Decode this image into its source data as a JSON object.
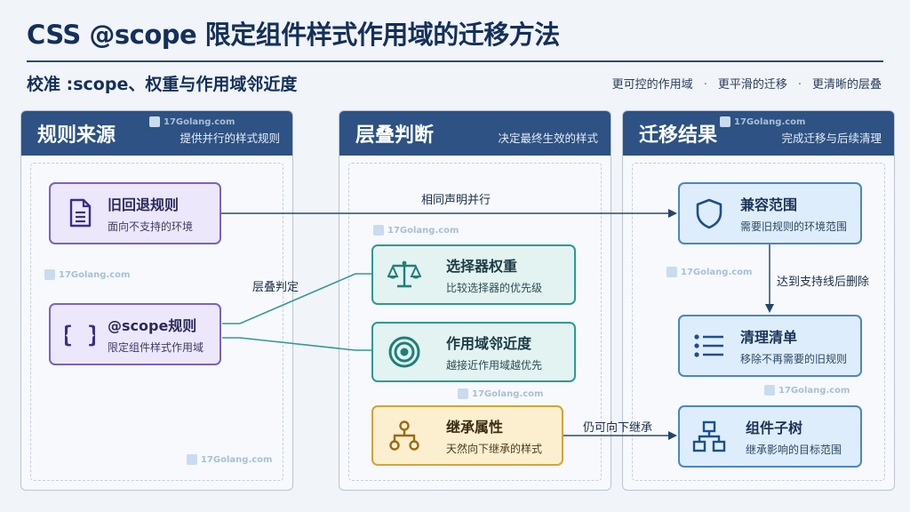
{
  "title": "CSS @scope 限定组件样式作用域的迁移方法",
  "subtitle": "校准 :scope、权重与作用域邻近度",
  "tags": [
    "更可控的作用域",
    "更平滑的迁移",
    "更清晰的层叠"
  ],
  "panels": [
    {
      "title": "规则来源",
      "subtitle": "提供并行的样式规则"
    },
    {
      "title": "层叠判断",
      "subtitle": "决定最终生效的样式"
    },
    {
      "title": "迁移结果",
      "subtitle": "完成迁移与后续清理"
    }
  ],
  "nodes": {
    "fallback": {
      "title": "旧回退规则",
      "desc": "面向不支持的环境",
      "icon": "document-icon"
    },
    "scope": {
      "title": "@scope规则",
      "desc": "限定组件样式作用域",
      "icon": "braces-icon"
    },
    "specificity": {
      "title": "选择器权重",
      "desc": "比较选择器的优先级",
      "icon": "scale-icon"
    },
    "proximity": {
      "title": "作用域邻近度",
      "desc": "越接近作用域越优先",
      "icon": "target-icon"
    },
    "inherit": {
      "title": "继承属性",
      "desc": "天然向下继承的样式",
      "icon": "hierarchy-icon"
    },
    "compat": {
      "title": "兼容范围",
      "desc": "需要旧规则的环境范围",
      "icon": "shield-icon"
    },
    "cleanup": {
      "title": "清理清单",
      "desc": "移除不再需要的旧规则",
      "icon": "list-icon"
    },
    "subtree": {
      "title": "组件子树",
      "desc": "继承影响的目标范围",
      "icon": "tree-icon"
    }
  },
  "edges": {
    "parallel": "相同声明并行",
    "cascade": "层叠判定",
    "delete": "达到支持线后删除",
    "inherit_down": "仍可向下继承"
  },
  "watermark": "17Golang.com",
  "colors": {
    "header": "#2d5283",
    "purple": "#7a62c8",
    "teal": "#2e9a92",
    "amber": "#d6a23a",
    "blue": "#4a86c8"
  }
}
